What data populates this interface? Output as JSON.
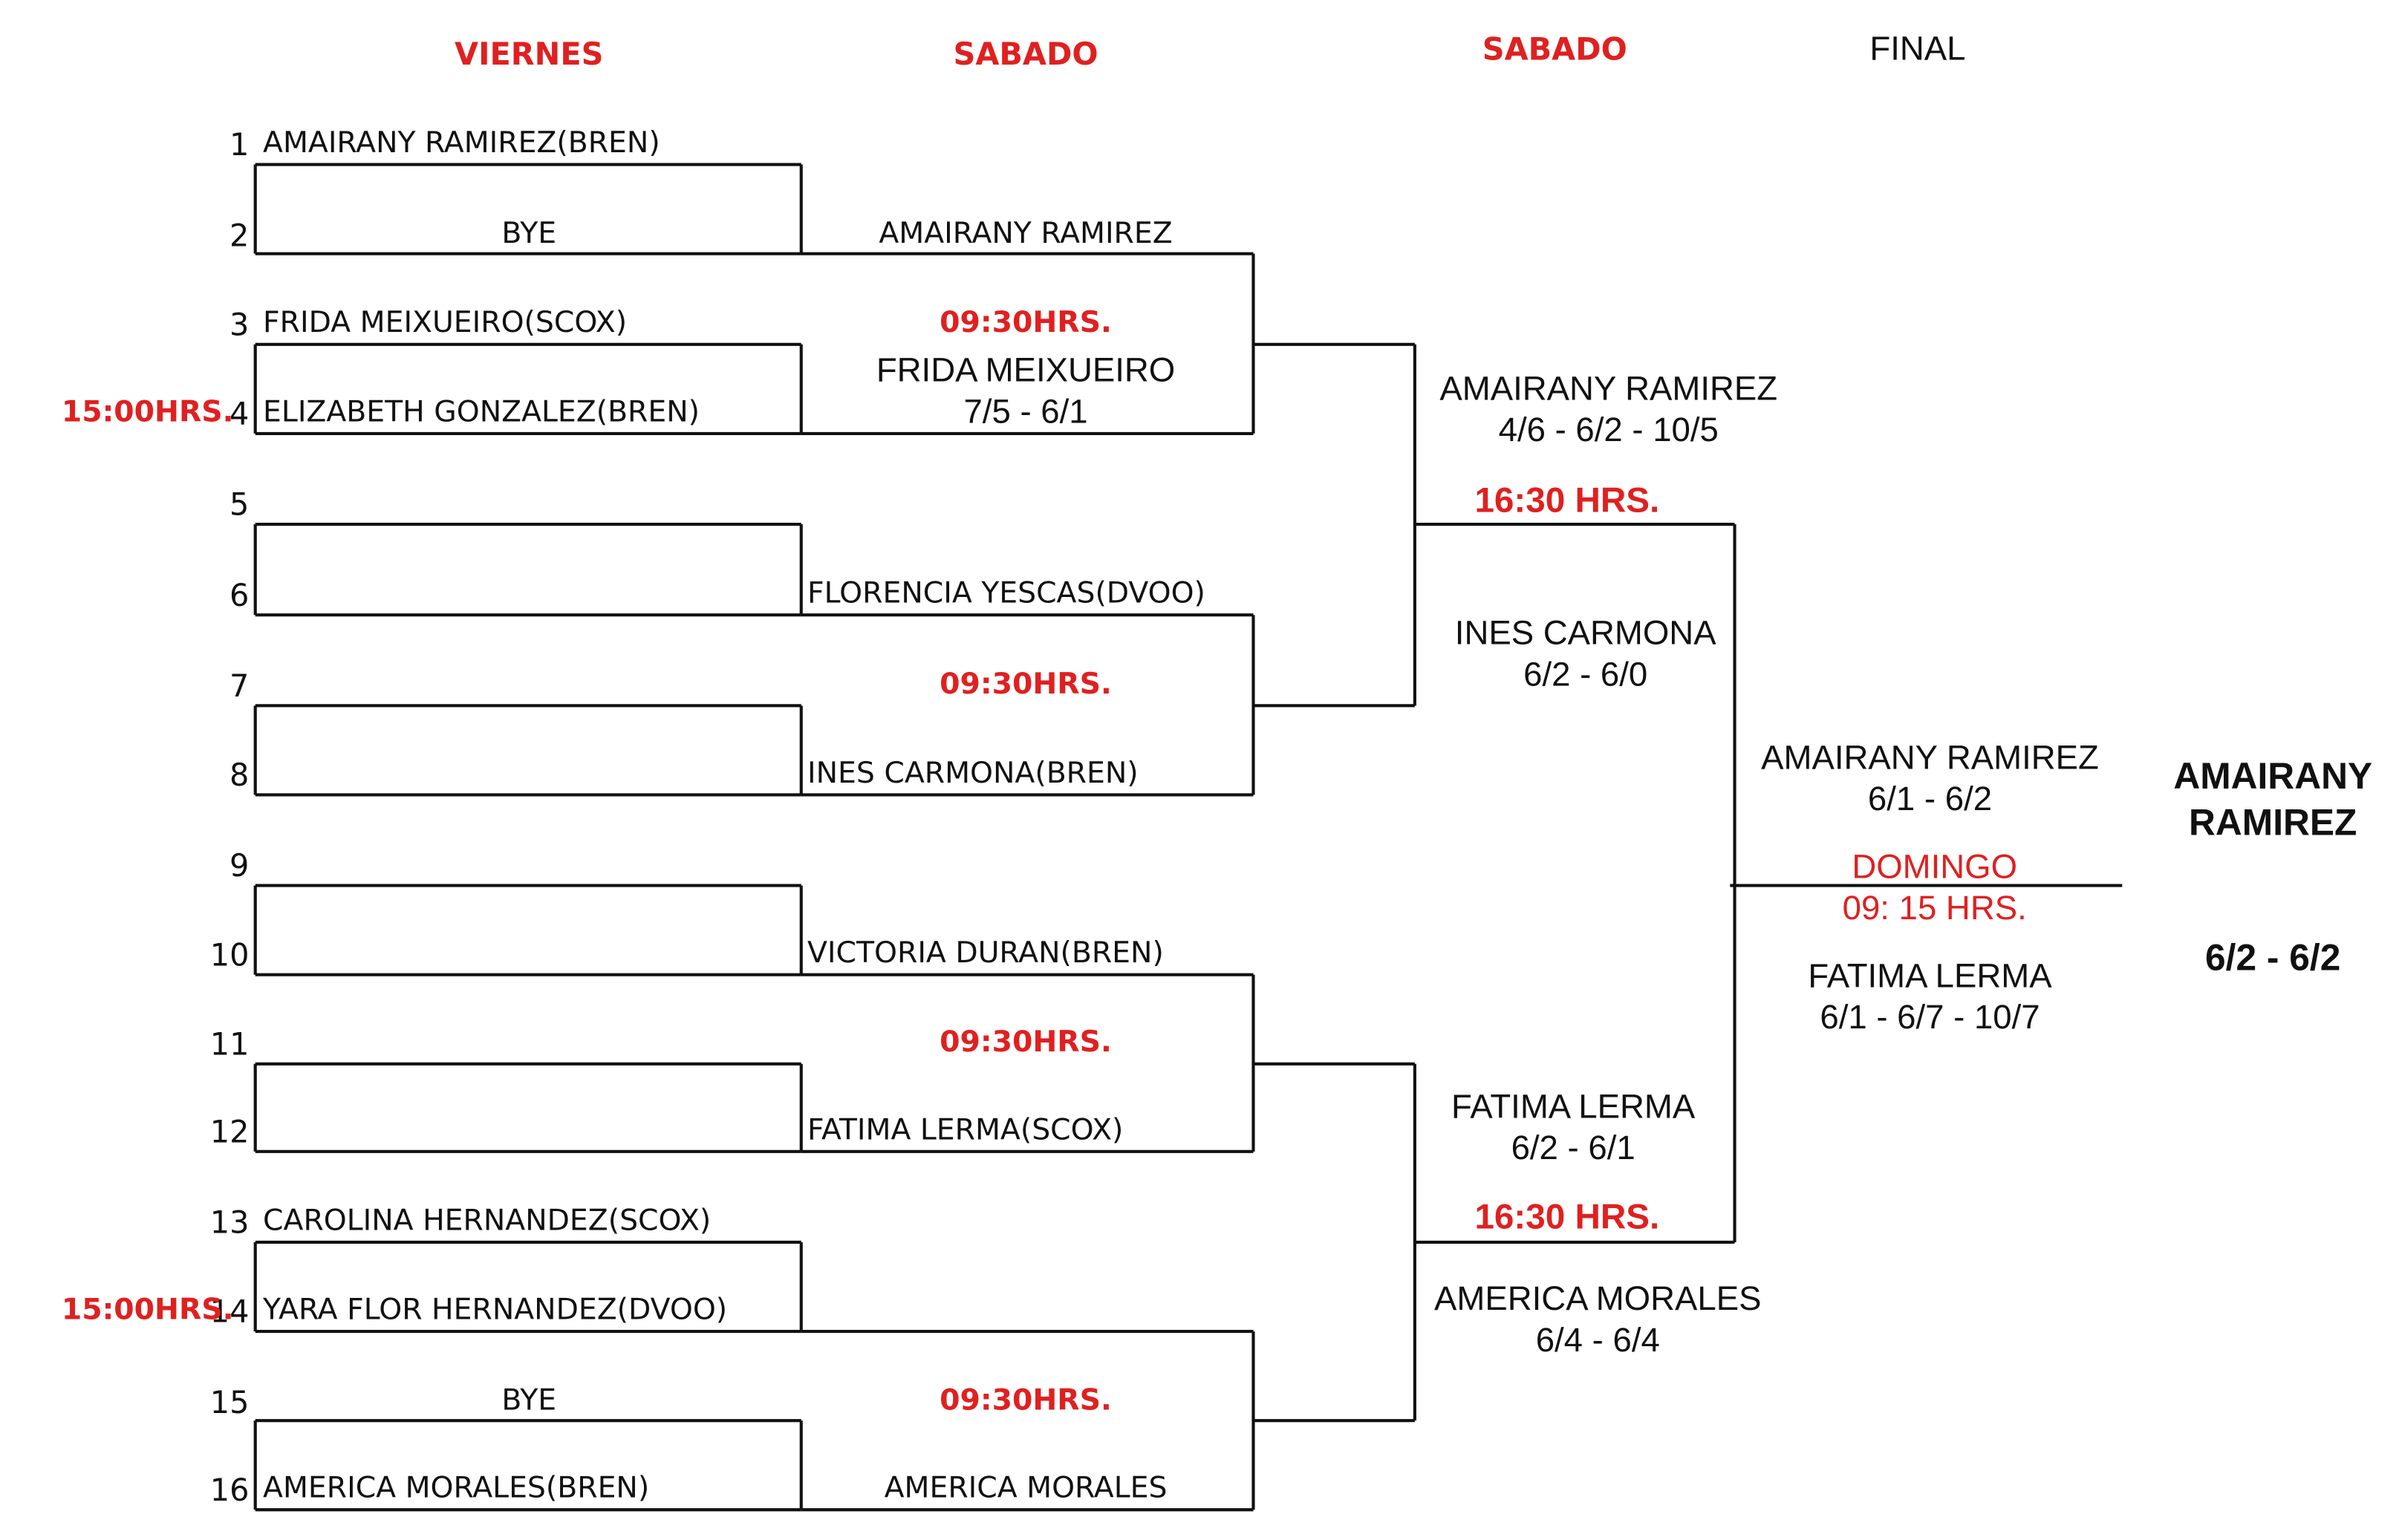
{
  "headers": {
    "round1": "VIERNES",
    "round2": "SABADO",
    "round3": "SABADO",
    "round4": "FINAL"
  },
  "draw": {
    "seeds": [
      "1",
      "2",
      "3",
      "4",
      "5",
      "6",
      "7",
      "8",
      "9",
      "10",
      "11",
      "12",
      "13",
      "14",
      "15",
      "16"
    ],
    "slots": {
      "s1": "AMAIRANY RAMIREZ(BREN)",
      "s2": "BYE",
      "s3": "FRIDA MEIXUEIRO(SCOX)",
      "s4": "ELIZABETH GONZALEZ(BREN)",
      "s13": "CAROLINA HERNANDEZ(SCOX)",
      "s14": "YARA FLOR HERNANDEZ(DVOO)",
      "s15": "BYE",
      "s16": "AMERICA MORALES(BREN)"
    },
    "friday_times": [
      "15:00HRS.",
      "15:00HRS."
    ]
  },
  "round2": {
    "w1": "AMAIRANY RAMIREZ",
    "time_a": "09:30HRS.",
    "w2_name": "FRIDA MEIXUEIRO",
    "w2_score": "7/5 - 6/1",
    "w3": "FLORENCIA YESCAS(DVOO)",
    "time_b": "09:30HRS.",
    "w4": "INES CARMONA(BREN)",
    "w5": "VICTORIA DURAN(BREN)",
    "time_c": "09:30HRS.",
    "w6": "FATIMA LERMA(SCOX)",
    "time_d": "09:30HRS.",
    "w8": "AMERICA MORALES"
  },
  "semis": {
    "top_winner_name": "AMAIRANY RAMIREZ",
    "top_winner_score": "4/6  -  6/2  -  10/5",
    "top_time": "16:30 HRS.",
    "top_lower_name": "INES CARMONA",
    "top_lower_score": "6/2 - 6/0",
    "bot_upper_name": "FATIMA LERMA",
    "bot_upper_score": "6/2  - 6/1",
    "bot_time": "16:30 HRS.",
    "bot_lower_name": "AMERICA MORALES",
    "bot_lower_score": "6/4  - 6/4"
  },
  "final": {
    "top_name": "AMAIRANY RAMIREZ",
    "top_score": "6/1  - 6/2",
    "day": "DOMINGO",
    "time": "09: 15 HRS.",
    "bot_name": "FATIMA LERMA",
    "bot_score": "6/1 - 6/7 - 10/7"
  },
  "champion": {
    "name_line1": "AMAIRANY",
    "name_line2": "RAMIREZ",
    "score": "6/2  -  6/2"
  }
}
